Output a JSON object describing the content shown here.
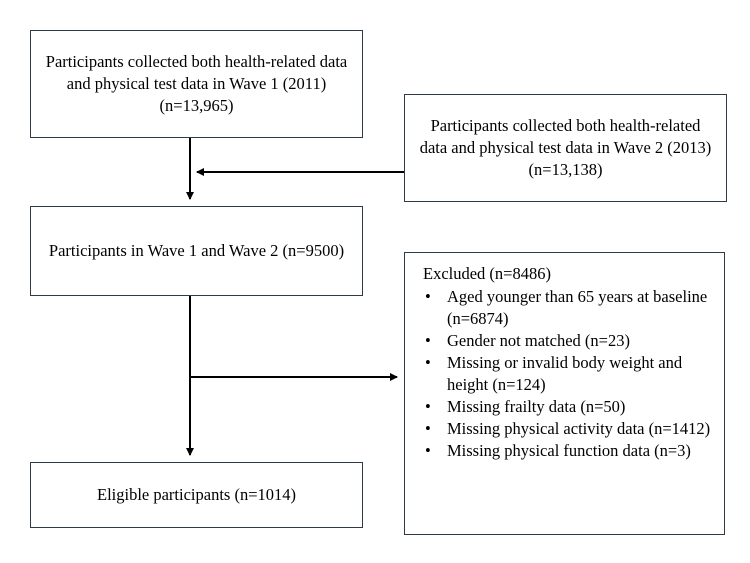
{
  "wave1_box": {
    "text": "Participants collected both health-related data and physical test data in Wave 1 (2011) (n=13,965)"
  },
  "wave2_box": {
    "text": "Participants collected both health-related data and physical test data in Wave 2 (2013) (n=13,138)"
  },
  "both_waves_box": {
    "text": "Participants in Wave 1 and Wave 2 (n=9500)"
  },
  "excluded_box": {
    "title": "Excluded (n=8486)",
    "bullet_symbol": "•",
    "items": [
      "Aged younger than 65 years at baseline (n=6874)",
      "Gender not matched (n=23)",
      "Missing or invalid body weight and height (n=124)",
      "Missing frailty data (n=50)",
      "Missing physical activity data (n=1412)",
      "Missing physical function data (n=3)"
    ]
  },
  "eligible_box": {
    "text": "Eligible participants (n=1014)"
  },
  "colors": {
    "box_border": "#2f3b47",
    "arrow": "#000000"
  }
}
